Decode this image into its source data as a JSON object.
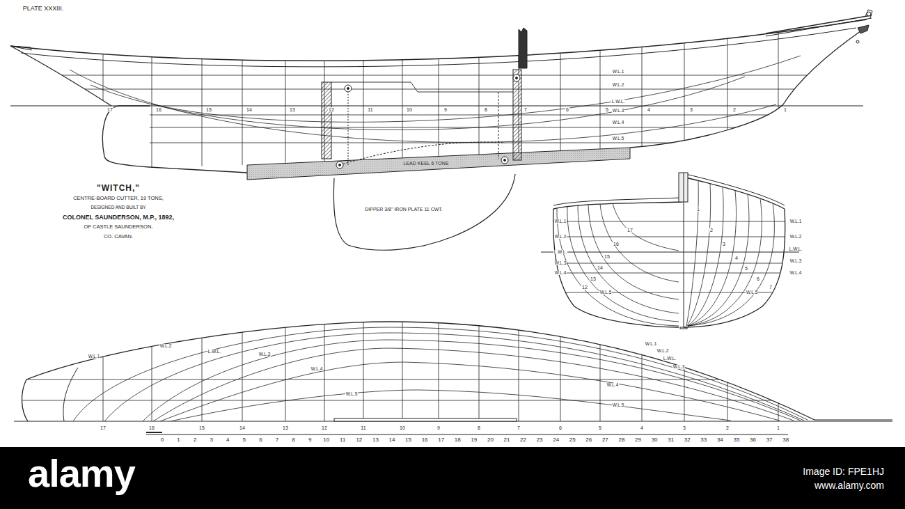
{
  "diagram": {
    "title": "\"WITCH,\"",
    "nodes": [
      {
        "text": [
          "alamy",
          "Image ID: FPE1HJ",
          "www.alamy.com"
        ]
      }
    ],
    "labels": [
      "PLATE XXXIII.",
      "CENTRE-BOARD CUTTER, 19 TONS,",
      "DESIGNED AND BUILT BY",
      "COLONEL SAUNDERSON, M.P., 1892,",
      "OF CASTLE SAUNDERSON,",
      "CO. CAVAN.",
      "LEAD KEEL 6 TONS",
      "DIPPER 3/8\" IRON PLATE 11 CWT.",
      "W.L.1",
      "W.L.2",
      "L.W.L.",
      "W.L.3",
      "W.L.4",
      "W.L.5",
      "17",
      "16",
      "15",
      "14",
      "13",
      "12",
      "11",
      "10",
      "9",
      "8",
      "7",
      "6",
      "5",
      "4",
      "3",
      "2",
      "1",
      "W.L.1",
      "W.L.2",
      "L.W.L.",
      "W.L.3",
      "W.L.4",
      "W.L.5",
      "W.L.1",
      "W.L.2",
      "L.W.L.",
      "W.L.3",
      "W.L.4",
      "W.L.5",
      "17",
      "16",
      "15",
      "14",
      "13",
      "12",
      "1",
      "2",
      "3",
      "4",
      "5",
      "6",
      "7",
      "W.L.1",
      "W.L.2",
      "L.W.L.",
      "W.L.3",
      "W.L.4",
      "W.L.5",
      "W.L.1",
      "W.L.2",
      "L.W.L.",
      "W.L.3",
      "W.L.4",
      "W.L.5",
      "17",
      "16",
      "15",
      "14",
      "13",
      "12",
      "11",
      "10",
      "9",
      "8",
      "7",
      "6",
      "5",
      "4",
      "3",
      "2",
      "1",
      "0",
      "1",
      "2",
      "3",
      "4",
      "5",
      "6",
      "7",
      "8",
      "9",
      "10",
      "11",
      "12",
      "13",
      "14",
      "15",
      "16",
      "17",
      "18",
      "19",
      "20",
      "21",
      "22",
      "23",
      "24",
      "25",
      "26",
      "27",
      "28",
      "29",
      "30",
      "31",
      "32",
      "33",
      "34",
      "35",
      "36",
      "37",
      "38"
    ]
  }
}
